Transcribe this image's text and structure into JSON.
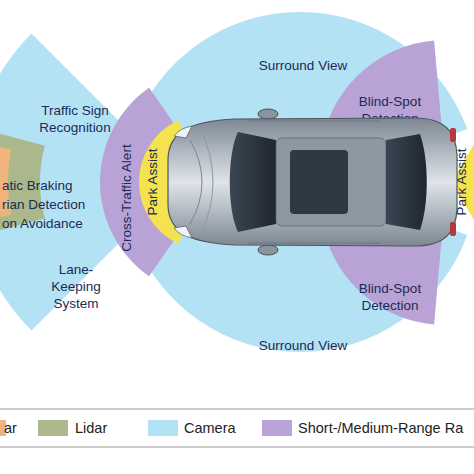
{
  "diagram": {
    "nodes": [
      {
        "text": [
          "atic Braking",
          "rian Detection",
          "on Avoidance"
        ]
      },
      {
        "text": [
          "Traffic Sign Recognition",
          "Lane-Keeping System"
        ]
      },
      {
        "text": [
          "Cross-Traffic Alert"
        ]
      },
      {
        "text": [
          "Park Assist"
        ]
      },
      {
        "text": [
          "Surround View"
        ]
      },
      {
        "text": [
          "Surround View"
        ]
      },
      {
        "text": [
          "Blind-Spot Detection"
        ]
      },
      {
        "text": [
          "Blind-Spot Detection"
        ]
      },
      {
        "text": [
          "Park Assist"
        ]
      }
    ],
    "legend": [
      {
        "text": "ar",
        "color": "#eeb47c"
      },
      {
        "text": "Lidar",
        "color": "#aab88b"
      },
      {
        "text": "Camera",
        "color": "#b4e2f5"
      },
      {
        "text": "Short-/Medium-Range Ra",
        "color": "#b9a3d6"
      }
    ]
  }
}
